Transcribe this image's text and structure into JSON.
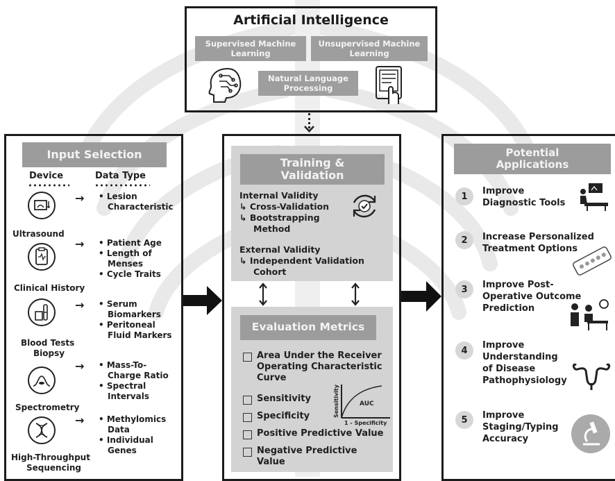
{
  "ai": {
    "title": "Artificial Intelligence",
    "supervised": "Supervised Machine Learning",
    "unsupervised": "Unsupervised Machine Learning",
    "nlp": "Natural Language Processing"
  },
  "input": {
    "header": "Input Selection",
    "device_col": "Device",
    "type_col": "Data Type",
    "rows": [
      {
        "device": "Ultrasound",
        "types": [
          "Lesion",
          "Characteristic"
        ]
      },
      {
        "device": "Clinical History",
        "types": [
          "Patient Age",
          "Length of",
          "Menses",
          "Cycle Traits"
        ]
      },
      {
        "device_lines": [
          "Blood Tests",
          "Biopsy"
        ],
        "types": [
          "Serum",
          "Biomarkers",
          "Peritoneal",
          "Fluid Markers"
        ]
      },
      {
        "device": "Spectrometry",
        "types": [
          "Mass-To-",
          "Charge Ratio",
          "Spectral",
          "Intervals"
        ]
      },
      {
        "device_lines": [
          "High-Throughput",
          "Sequencing"
        ],
        "types": [
          "Methylomics",
          "Data",
          "Individual",
          "Genes"
        ]
      }
    ]
  },
  "training": {
    "header_1": "Training &",
    "header_2": "Validation",
    "internal": "Internal Validity",
    "cross": "Cross-Validation",
    "boot_1": "Bootstrapping",
    "boot_2": "Method",
    "external": "External Validity",
    "indep_1": "Independent Validation",
    "indep_2": "Cohort"
  },
  "evaluation": {
    "header": "Evaluation Metrics",
    "auc_1": "Area Under the Receiver",
    "auc_2": "Operating Characteristic",
    "auc_3": "Curve",
    "sensitivity": "Sensitivity",
    "specificity": "Specificity",
    "ppv": "Positive Predictive Value",
    "npv_1": "Negative Predictive",
    "npv_2": "Value",
    "plot_y": "Sensitivity",
    "plot_x": "1 - Specificity",
    "plot_auc": "AUC"
  },
  "applications": {
    "header_1": "Potential",
    "header_2": "Applications",
    "items": [
      {
        "num": "1",
        "lines": [
          "Improve",
          "Diagnostic Tools"
        ]
      },
      {
        "num": "2",
        "lines": [
          "Increase Personalized",
          "Treatment Options"
        ]
      },
      {
        "num": "3",
        "lines": [
          "Improve Post-",
          "Operative Outcome",
          "Prediction"
        ]
      },
      {
        "num": "4",
        "lines": [
          "Improve",
          "Understanding",
          "of Disease",
          "Pathophysiology"
        ]
      },
      {
        "num": "5",
        "lines": [
          "Improve",
          "Staging/Typing",
          "Accuracy"
        ]
      }
    ]
  },
  "icons": [
    "brain-circuit-icon",
    "tablet-hand-icon",
    "ultrasound-icon",
    "clipboard-icon",
    "test-tube-icon",
    "spectrometry-icon",
    "dna-icon",
    "refresh-check-icon",
    "exam-table-icon",
    "pill-blister-icon",
    "surgery-icon",
    "uterus-icon",
    "microscope-icon"
  ],
  "colors": {
    "header_gray": "#9c9c9c",
    "panel_gray": "#d3d3d3",
    "border": "#1b1b1b"
  }
}
